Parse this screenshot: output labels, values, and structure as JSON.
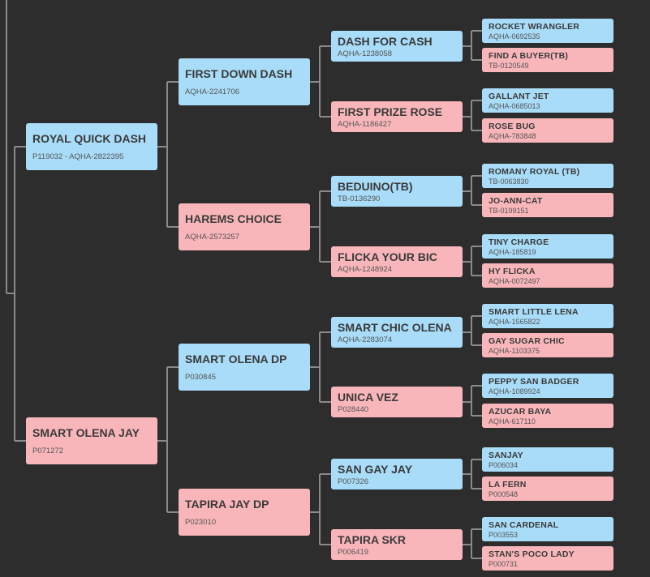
{
  "colors": {
    "background": "#2d2d2d",
    "sire": "#a8dcf8",
    "dam": "#f9b6ba",
    "connector": "#8a8a8a"
  },
  "pedigree": {
    "sire": {
      "name": "ROYAL QUICK DASH",
      "reg": "P119032 - AQHA-2822395",
      "sire": {
        "name": "FIRST DOWN DASH",
        "reg": "AQHA-2241706",
        "sire": {
          "name": "DASH FOR CASH",
          "reg": "AQHA-1238058",
          "sire": {
            "name": "ROCKET WRANGLER",
            "reg": "AQHA-0692535"
          },
          "dam": {
            "name": "FIND A BUYER(TB)",
            "reg": "TB-0120549"
          }
        },
        "dam": {
          "name": "FIRST PRIZE ROSE",
          "reg": "AQHA-1186427",
          "sire": {
            "name": "GALLANT JET",
            "reg": "AQHA-0685013"
          },
          "dam": {
            "name": "ROSE BUG",
            "reg": "AQHA-783848"
          }
        }
      },
      "dam": {
        "name": "HAREMS CHOICE",
        "reg": "AQHA-2573257",
        "sire": {
          "name": "BEDUINO(TB)",
          "reg": "TB-0136290",
          "sire": {
            "name": "ROMANY ROYAL (TB)",
            "reg": "TB-0063830"
          },
          "dam": {
            "name": "JO-ANN-CAT",
            "reg": "TB-0199151"
          }
        },
        "dam": {
          "name": "FLICKA YOUR BIC",
          "reg": "AQHA-1248924",
          "sire": {
            "name": "TINY CHARGE",
            "reg": "AQHA-185819"
          },
          "dam": {
            "name": "HY FLICKA",
            "reg": "AQHA-0072497"
          }
        }
      }
    },
    "dam": {
      "name": "SMART OLENA JAY",
      "reg": "P071272",
      "sire": {
        "name": "SMART OLENA DP",
        "reg": "P030845",
        "sire": {
          "name": "SMART CHIC OLENA",
          "reg": "AQHA-2283074",
          "sire": {
            "name": "SMART LITTLE LENA",
            "reg": "AQHA-1565822"
          },
          "dam": {
            "name": "GAY SUGAR CHIC",
            "reg": "AQHA-1103375"
          }
        },
        "dam": {
          "name": "UNICA VEZ",
          "reg": "P028440",
          "sire": {
            "name": "PEPPY SAN BADGER",
            "reg": "AQHA-1089924"
          },
          "dam": {
            "name": "AZUCAR BAYA",
            "reg": "AQHA-617110"
          }
        }
      },
      "dam": {
        "name": "TAPIRA JAY DP",
        "reg": "P023010",
        "sire": {
          "name": "SAN GAY JAY",
          "reg": "P007326",
          "sire": {
            "name": "SANJAY",
            "reg": "P006034"
          },
          "dam": {
            "name": "LA FERN",
            "reg": "P000548"
          }
        },
        "dam": {
          "name": "TAPIRA SKR",
          "reg": "P006419",
          "sire": {
            "name": "SAN CARDENAL",
            "reg": "P003553"
          },
          "dam": {
            "name": "STAN'S POCO LADY",
            "reg": "P000731"
          }
        }
      }
    }
  }
}
